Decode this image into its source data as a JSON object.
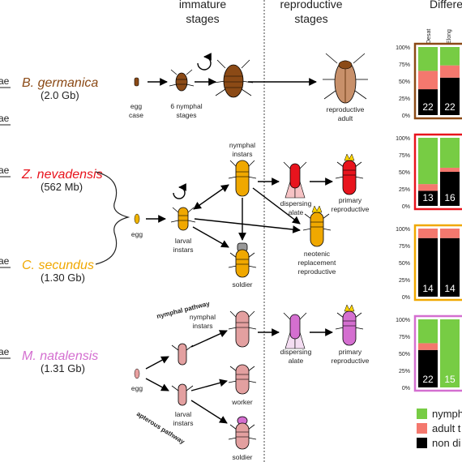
{
  "headers": {
    "immature": [
      "immature",
      "stages"
    ],
    "reproductive": [
      "reproductive",
      "stages"
    ],
    "diff": "Differe"
  },
  "left_clip": [
    "ae",
    "ae",
    "ae",
    "ae",
    "ae"
  ],
  "species": [
    {
      "name": "B. germanica",
      "genome": "(2.0 Gb)",
      "color": "#8b4a16"
    },
    {
      "name": "Z. nevadensis",
      "genome": "(562 Mb)",
      "color": "#e8141d"
    },
    {
      "name": "C. secundus",
      "genome": "(1.30 Gb)",
      "color": "#f0a800"
    },
    {
      "name": "M. natalensis",
      "genome": "(1.31 Gb)",
      "color": "#d46fd0"
    }
  ],
  "labels": {
    "egg_case": [
      "egg",
      "case"
    ],
    "nymphal_stages": "6 nymphal",
    "nymphal_stages2": "stages",
    "repro_adult": [
      "reproductive",
      "adult"
    ],
    "nymphal_instars": [
      "nymphal",
      "instars"
    ],
    "dispersing_alate": [
      "dispersing",
      "alate"
    ],
    "primary_repro": [
      "primary",
      "reproductive"
    ],
    "egg": "egg",
    "larval_instars": [
      "larval",
      "instars"
    ],
    "neotenic": [
      "neotenic",
      "replacement",
      "reproductive"
    ],
    "soldier": "soldier",
    "worker": "worker",
    "nymphal_pathway": "nymphal pathway",
    "apterous_pathway": "apterous pathway"
  },
  "col_headers": [
    "Desat",
    "Elong"
  ],
  "y_ticks": [
    "100%",
    "75%",
    "50%",
    "25%",
    "0%"
  ],
  "legend": [
    {
      "label": "nymph",
      "color": "#77cc44"
    },
    {
      "label": "adult t",
      "color": "#f4786e"
    },
    {
      "label": "non di",
      "color": "#000000"
    }
  ],
  "chart_data": {
    "type": "bar",
    "stacked": true,
    "percent": true,
    "series_order": [
      "non di",
      "adult t",
      "nymph"
    ],
    "panels": [
      {
        "border_color": "#8b4a16",
        "bars": [
          {
            "column": "Desat",
            "count": "22",
            "non_di": 38,
            "adult_t": 27,
            "nymph": 35
          },
          {
            "column": "Elong",
            "count": "22",
            "non_di": 55,
            "adult_t": 18,
            "nymph": 27
          }
        ]
      },
      {
        "border_color": "#e8141d",
        "bars": [
          {
            "column": "Desat",
            "count": "13",
            "non_di": 22,
            "adult_t": 10,
            "nymph": 68
          },
          {
            "column": "Elong",
            "count": "16",
            "non_di": 50,
            "adult_t": 6,
            "nymph": 44
          }
        ]
      },
      {
        "border_color": "#f0a800",
        "bars": [
          {
            "column": "Desat",
            "count": "14",
            "non_di": 86,
            "adult_t": 14,
            "nymph": 0
          },
          {
            "column": "Elong",
            "count": "14",
            "non_di": 86,
            "adult_t": 14,
            "nymph": 0
          }
        ]
      },
      {
        "border_color": "#d46fd0",
        "bars": [
          {
            "column": "Desat",
            "count": "22",
            "non_di": 55,
            "adult_t": 10,
            "nymph": 35
          },
          {
            "column": "Elong",
            "count": "15",
            "non_di": 0,
            "adult_t": 0,
            "nymph": 100
          }
        ]
      }
    ]
  }
}
